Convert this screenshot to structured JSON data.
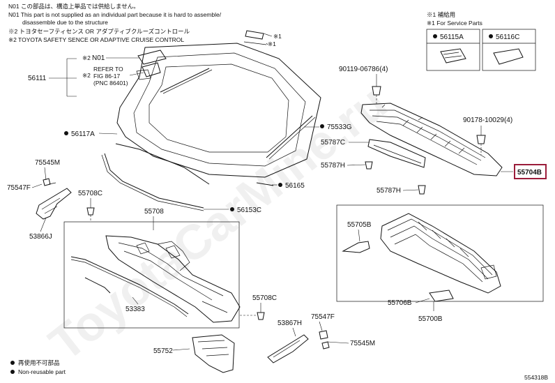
{
  "notes": {
    "n01_ja": "N01 この部品は、構造上単品では供給しません。",
    "n01_en1": "N01  This part is not supplied as an individual part because it is hard to assemble/",
    "n01_en2": "disassemble due to the structure",
    "n2_ja": "※2 トヨタセーフティセンス  OR  アダプティブクルーズコントロール",
    "n2_en": "※2 TOYOTA SAFETY SENCE OR ADAPTIVE CRUISE CONTROL"
  },
  "refer": {
    "line1": "REFER TO",
    "line2": "FIG 86-17",
    "line3": "(PNC 86401)"
  },
  "service_box": {
    "title_ja": "※1 補給用",
    "title_en": "※1 For Service Parts",
    "part_a": "56115A",
    "part_b": "56116C"
  },
  "labels": {
    "p56111": "56111",
    "n01": "N01",
    "mark1": "※1",
    "mark2": "※2",
    "mark1b": "※1",
    "mark1c": "※1",
    "p56117A": "56117A",
    "p75533G": "75533G",
    "p56165": "56165",
    "p56153C": "56153C",
    "p75545M_l": "75545M",
    "p75547F_l": "75547F",
    "p53866J": "53866J",
    "p55708C_t": "55708C",
    "p55708": "55708",
    "p53383": "53383",
    "p55708C_b": "55708C",
    "p53867H": "53867H",
    "p75547F_r": "75547F",
    "p75545M_r": "75545M",
    "p55752": "55752",
    "p90119": "90119-06786(4)",
    "p90178": "90178-10029(4)",
    "p55787C": "55787C",
    "p55787H_a": "55787H",
    "p55787H_b": "55787H",
    "p55704B": "55704B",
    "p55705B": "55705B",
    "p55706B": "55706B",
    "p55700B": "55700B"
  },
  "legend": {
    "ja": "再使用不可部品",
    "en": "Non-reusable part"
  },
  "figure_code": "554318B",
  "watermark": "ToyotaCarMine.ru",
  "colors": {
    "highlight": "#9b1c3a",
    "line": "#111111"
  }
}
